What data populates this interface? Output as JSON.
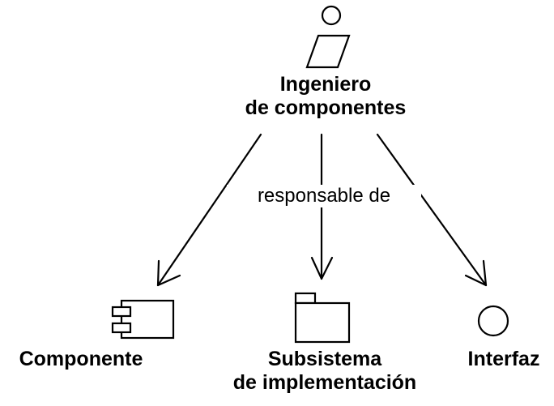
{
  "actor": {
    "label_line1": "Ingeniero",
    "label_line2": "de componentes"
  },
  "association": {
    "label": "responsable de"
  },
  "targets": {
    "component": {
      "label": "Componente"
    },
    "subsystem": {
      "label_line1": "Subsistema",
      "label_line2": "de implementación"
    },
    "interface": {
      "label": "Interfaz"
    }
  },
  "colors": {
    "stroke": "#000000",
    "background": "#ffffff"
  }
}
